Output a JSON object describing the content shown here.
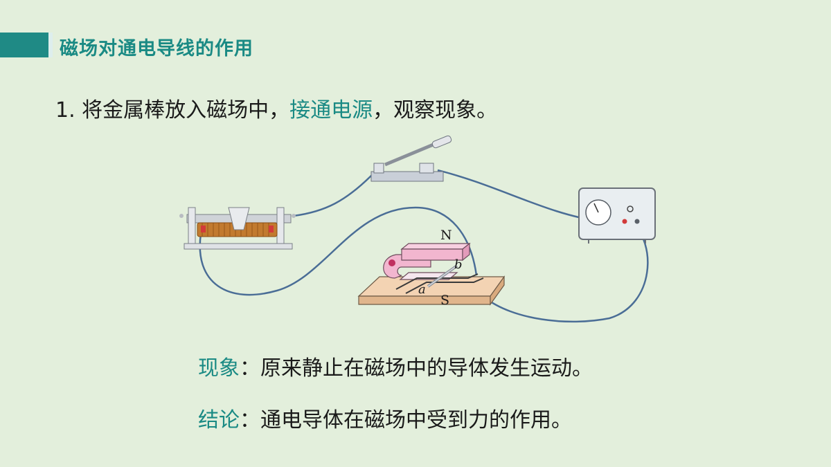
{
  "header": {
    "title": "磁场对通电导线的作用"
  },
  "step": {
    "prefix": "1. 将金属棒放入磁场中，",
    "highlight": "接通电源",
    "suffix": "，观察现象。"
  },
  "diagram": {
    "label_n": "N",
    "label_s": "S",
    "label_a": "a",
    "label_b": "b",
    "colors": {
      "wire": "#4a6d96",
      "magnet": "#f2b6cf",
      "board": "#f3d3b3",
      "coil": "#c27a2f"
    }
  },
  "observation": {
    "label": "现象",
    "text": "原来静止在磁场中的导体发生运动。"
  },
  "conclusion": {
    "label": "结论",
    "text": "通电导体在磁场中受到力的作用。"
  }
}
